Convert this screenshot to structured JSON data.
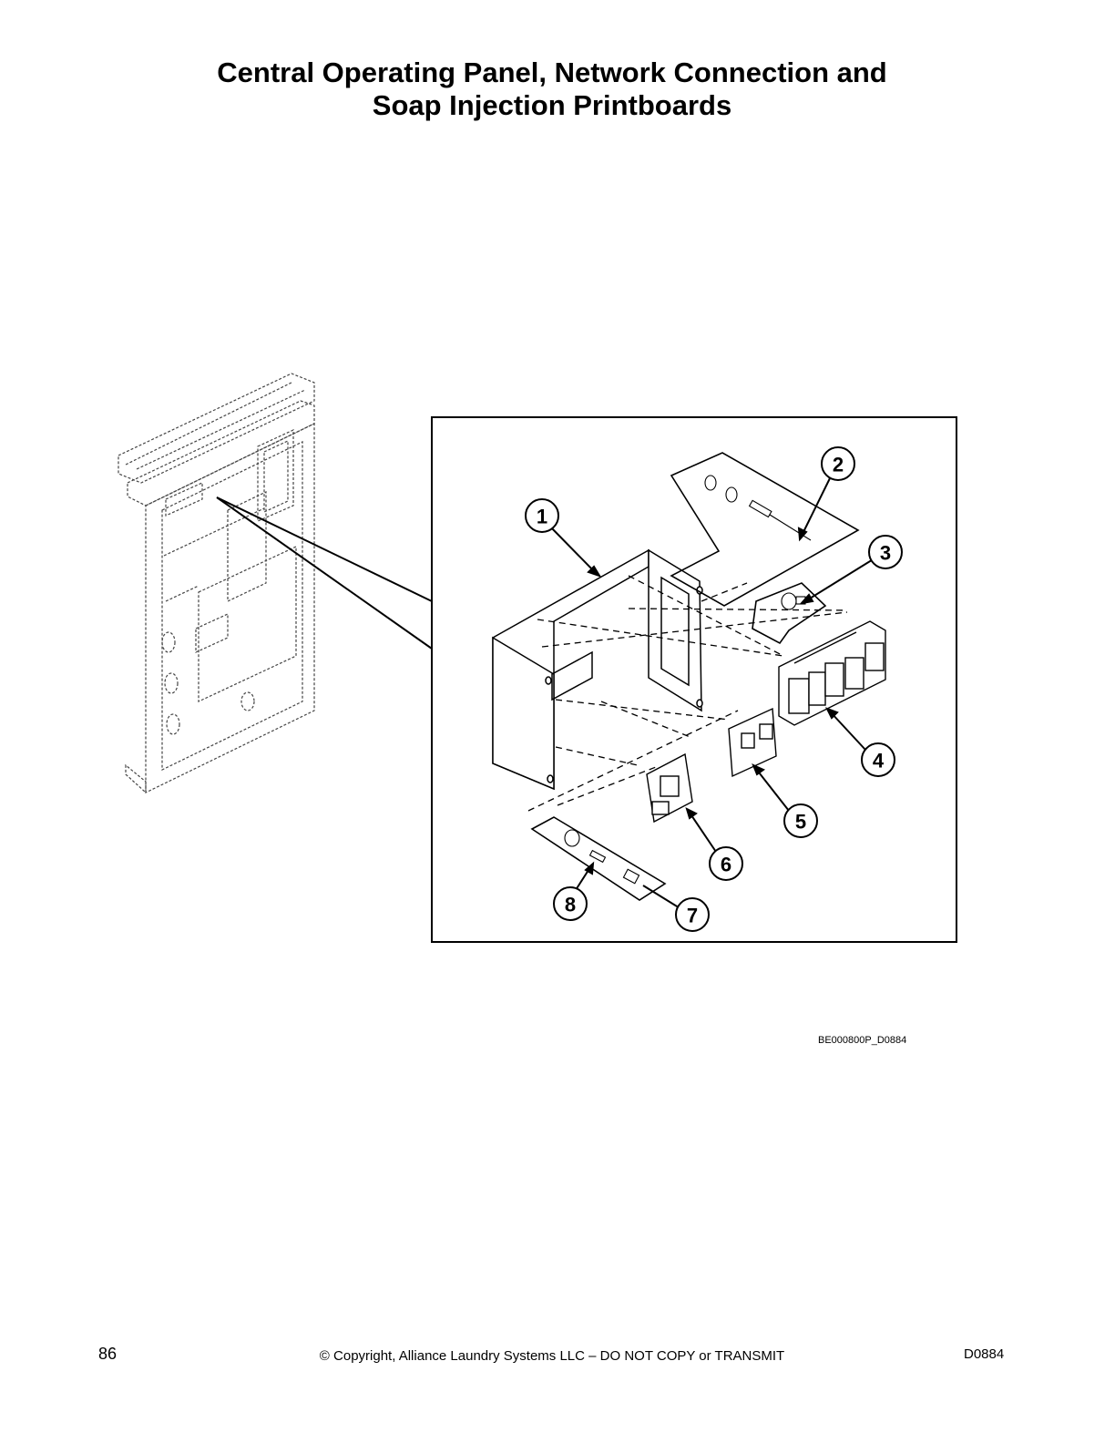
{
  "title": {
    "line1": "Central Operating Panel, Network Connection and",
    "line2": "Soap Injection Printboards"
  },
  "diagram": {
    "callouts": [
      "1",
      "2",
      "3",
      "4",
      "5",
      "6",
      "7",
      "8"
    ]
  },
  "drawing_code": "BE000800P_D0884",
  "footer": {
    "page_number": "86",
    "copyright": "© Copyright, Alliance Laundry Systems LLC – DO NOT COPY or TRANSMIT",
    "doc_code": "D0884"
  }
}
